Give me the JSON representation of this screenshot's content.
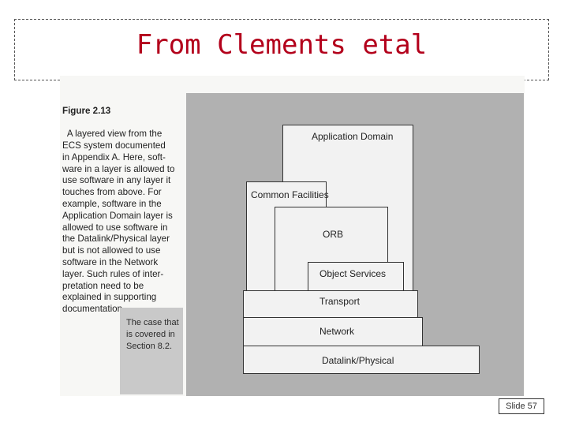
{
  "slide": {
    "title": "From Clements etal",
    "slide_number": "Slide 57"
  },
  "figure": {
    "label": "Figure 2.13",
    "caption": "A layered view from the\nECS system documented\nin Appendix A. Here, soft-\nware in a layer is allowed to\nuse software in any layer it\ntouches from above. For\nexample, software in the\nApplication Domain layer is\nallowed to use software in\nthe Datalink/Physical layer\nbut is not allowed to use\nsoftware in the Network\nlayer. Such rules of inter-\npretation need to be\nexplained in supporting\ndocumentation.",
    "side_note": "The case that\nis covered in\nSection 8.2.",
    "layers": [
      "Application Domain",
      "Common Facilities",
      "ORB",
      "Object Services",
      "Transport",
      "Network",
      "Datalink/Physical"
    ]
  }
}
